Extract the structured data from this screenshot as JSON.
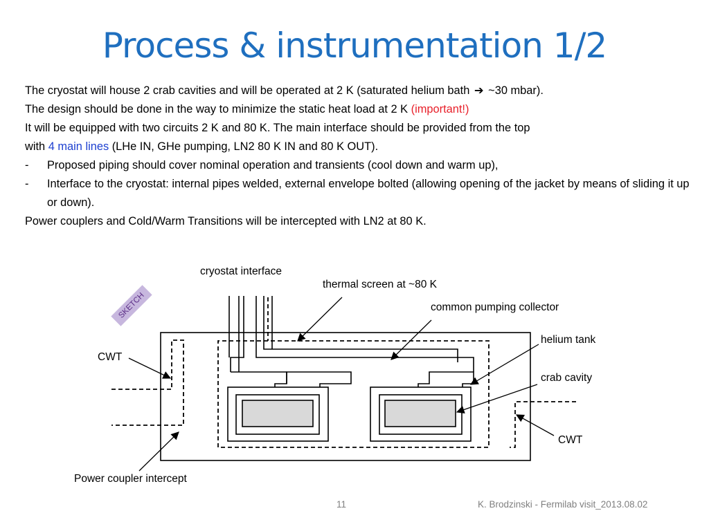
{
  "slide": {
    "title": "Process & instrumentation 1/2",
    "paragraphs": {
      "p1_before": "The cryostat will house 2 crab cavities and will be operated at 2 K (saturated helium bath",
      "p1_arrow": "➔",
      "p1_after": " ~30 mbar).",
      "p2_before": "The design should be done in the way to minimize the static heat load at 2 K ",
      "p2_red": "(important!)",
      "p3": "It will be equipped with two circuits 2 K and 80 K. The main interface should be provided from the top",
      "p4_before": "with ",
      "p4_blue": "4 main lines",
      "p4_after": " (LHe IN, GHe pumping, LN2 80 K IN and 80 K OUT).",
      "bullet_dash": "-",
      "bullet1": "Proposed piping should cover nominal operation and transients (cool down and warm up),",
      "bullet2": "Interface to the cryostat: internal pipes welded, external envelope bolted (allowing opening of the jacket by means of sliding it up or down).",
      "p5": "Power couplers and Cold/Warm Transitions will be intercepted with LN2 at 80 K."
    },
    "diagram": {
      "badge": "SKETCH",
      "labels": {
        "cryostat_interface": "cryostat interface",
        "thermal_screen": "thermal screen at ~80 K",
        "pumping_collector": "common pumping collector",
        "helium_tank": "helium tank",
        "crab_cavity": "crab cavity",
        "cwt_left": "CWT",
        "cwt_right": "CWT",
        "power_coupler": "Power coupler intercept"
      }
    },
    "footer": {
      "page_number": "11",
      "credit": "K. Brodzinski - Fermilab visit_2013.08.02"
    },
    "colors": {
      "title": "#1f6fbf",
      "important": "#e8202a",
      "highlight": "#1c3fd0",
      "cavity_fill": "#d9d9d9",
      "badge_bg": "#c7b7de"
    }
  }
}
